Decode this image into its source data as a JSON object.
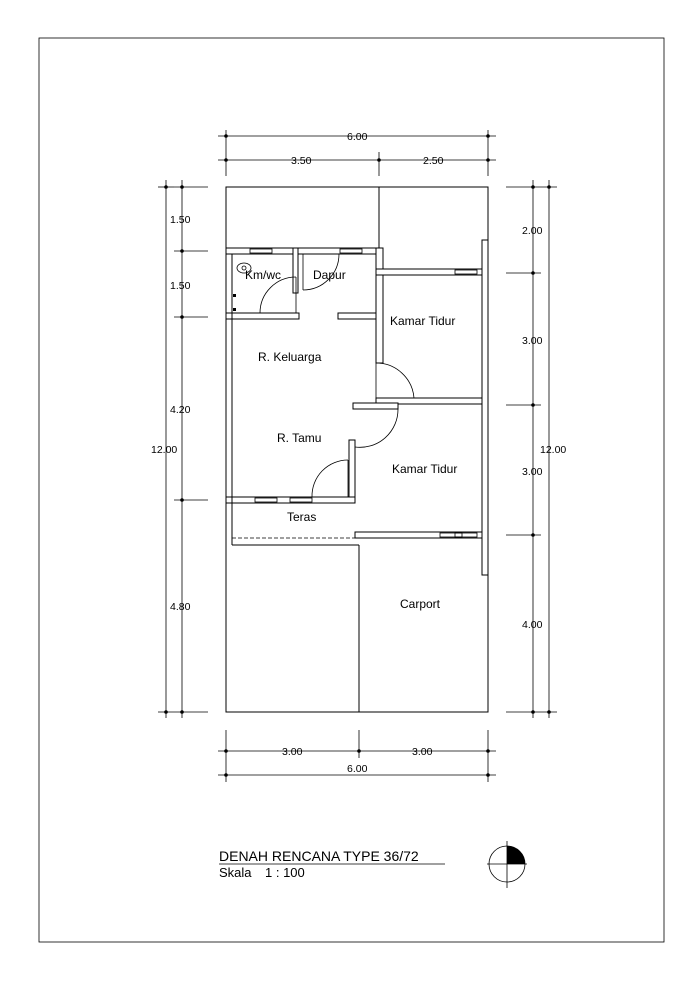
{
  "drawing": {
    "title": "DENAH RENCANA  TYPE 36/72",
    "scale_label": "Skala",
    "scale_value": "1  : 100"
  },
  "rooms": {
    "km_wc": "Km/wc",
    "dapur": "Dapur",
    "kamar_tidur_1": "Kamar Tidur",
    "r_keluarga": "R. Keluarga",
    "r_tamu": "R. Tamu",
    "kamar_tidur_2": "Kamar Tidur",
    "teras": "Teras",
    "carport": "Carport"
  },
  "dimensions": {
    "top_total": "6.00",
    "top_left": "3.50",
    "top_right": "2.50",
    "bottom_left": "3.00",
    "bottom_right": "3.00",
    "bottom_total": "6.00",
    "left_1": "1.50",
    "left_2": "1.50",
    "left_3": "4.20",
    "left_4": "4.80",
    "left_total": "12.00",
    "right_1": "2.00",
    "right_2": "3.00",
    "right_3": "3.00",
    "right_4": "4.00",
    "right_total": "12.00"
  }
}
